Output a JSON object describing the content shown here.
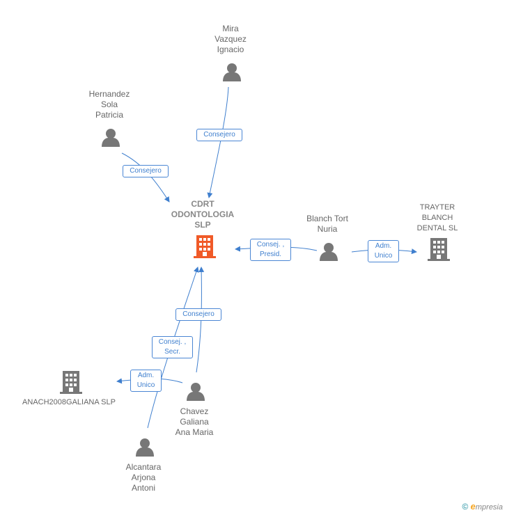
{
  "colors": {
    "edge": "#3f7fce",
    "person": "#777777",
    "company": "#777777",
    "main_company": "#f05a28"
  },
  "nodes": {
    "mira": {
      "label": "Mira\nVazquez\nIgnacio",
      "icon": "person-icon"
    },
    "hernandez": {
      "label": "Hernandez\nSola\nPatricia",
      "icon": "person-icon"
    },
    "cdrt": {
      "label": "CDRT\nODONTOLOGIA\nSLP",
      "icon": "building-icon"
    },
    "blanch": {
      "label": "Blanch Tort\nNuria",
      "icon": "person-icon"
    },
    "trayter": {
      "label": "TRAYTER\nBLANCH\nDENTAL SL",
      "icon": "building-icon"
    },
    "anach": {
      "label": "ANACH2008GALIANA SLP",
      "icon": "building-icon"
    },
    "chavez": {
      "label": "Chavez\nGaliana\nAna Maria",
      "icon": "person-icon"
    },
    "alcantara": {
      "label": "Alcantara\nArjona\nAntoni",
      "icon": "person-icon"
    }
  },
  "edges": {
    "mira_cdrt": "Consejero",
    "hernandez_cdrt": "Consejero",
    "blanch_cdrt": "Consej. ,\nPresid.",
    "blanch_trayter": "Adm.\nUnico",
    "chavez_cdrt": "Consejero",
    "alcantara_cdrt": "Consej. ,\nSecr.",
    "chavez_anach": "Adm.\nUnico"
  },
  "footer": {
    "copyright_symbol": "©",
    "brand_initial": "e",
    "brand_rest": "mpresia"
  }
}
